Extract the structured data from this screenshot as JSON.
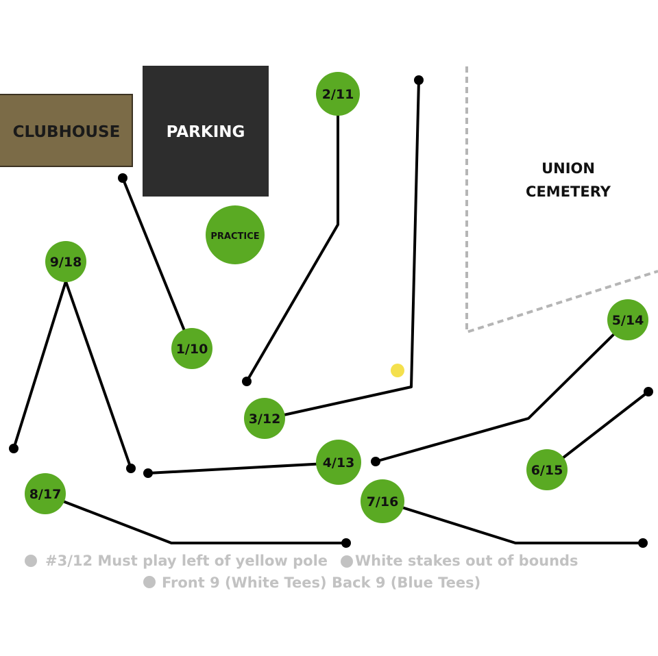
{
  "colors": {
    "clubhouse": "#7b6b47",
    "parking": "#2d2d2d",
    "hole_green": "#5aaa23",
    "route_line": "#000000",
    "boundary": "#b5b5b5",
    "yellow_pole": "#f4e04d",
    "legend_text": "#c2c2c2"
  },
  "buildings": {
    "clubhouse": "CLUBHOUSE",
    "parking": "PARKING"
  },
  "practice": "PRACTICE",
  "cemetery": {
    "line1": "UNION",
    "line2": "CEMETERY"
  },
  "holes": {
    "h1": "1/10",
    "h2": "2/11",
    "h3": "3/12",
    "h4": "4/13",
    "h5": "5/14",
    "h6": "6/15",
    "h7": "7/16",
    "h8": "8/17",
    "h9": "9/18"
  },
  "legend": {
    "yellow_pole_note": "#3/12 Must play left of yellow pole",
    "white_stakes_note": "White stakes out of bounds",
    "tees_note": "Front 9 (White Tees) Back 9 (Blue Tees)"
  }
}
